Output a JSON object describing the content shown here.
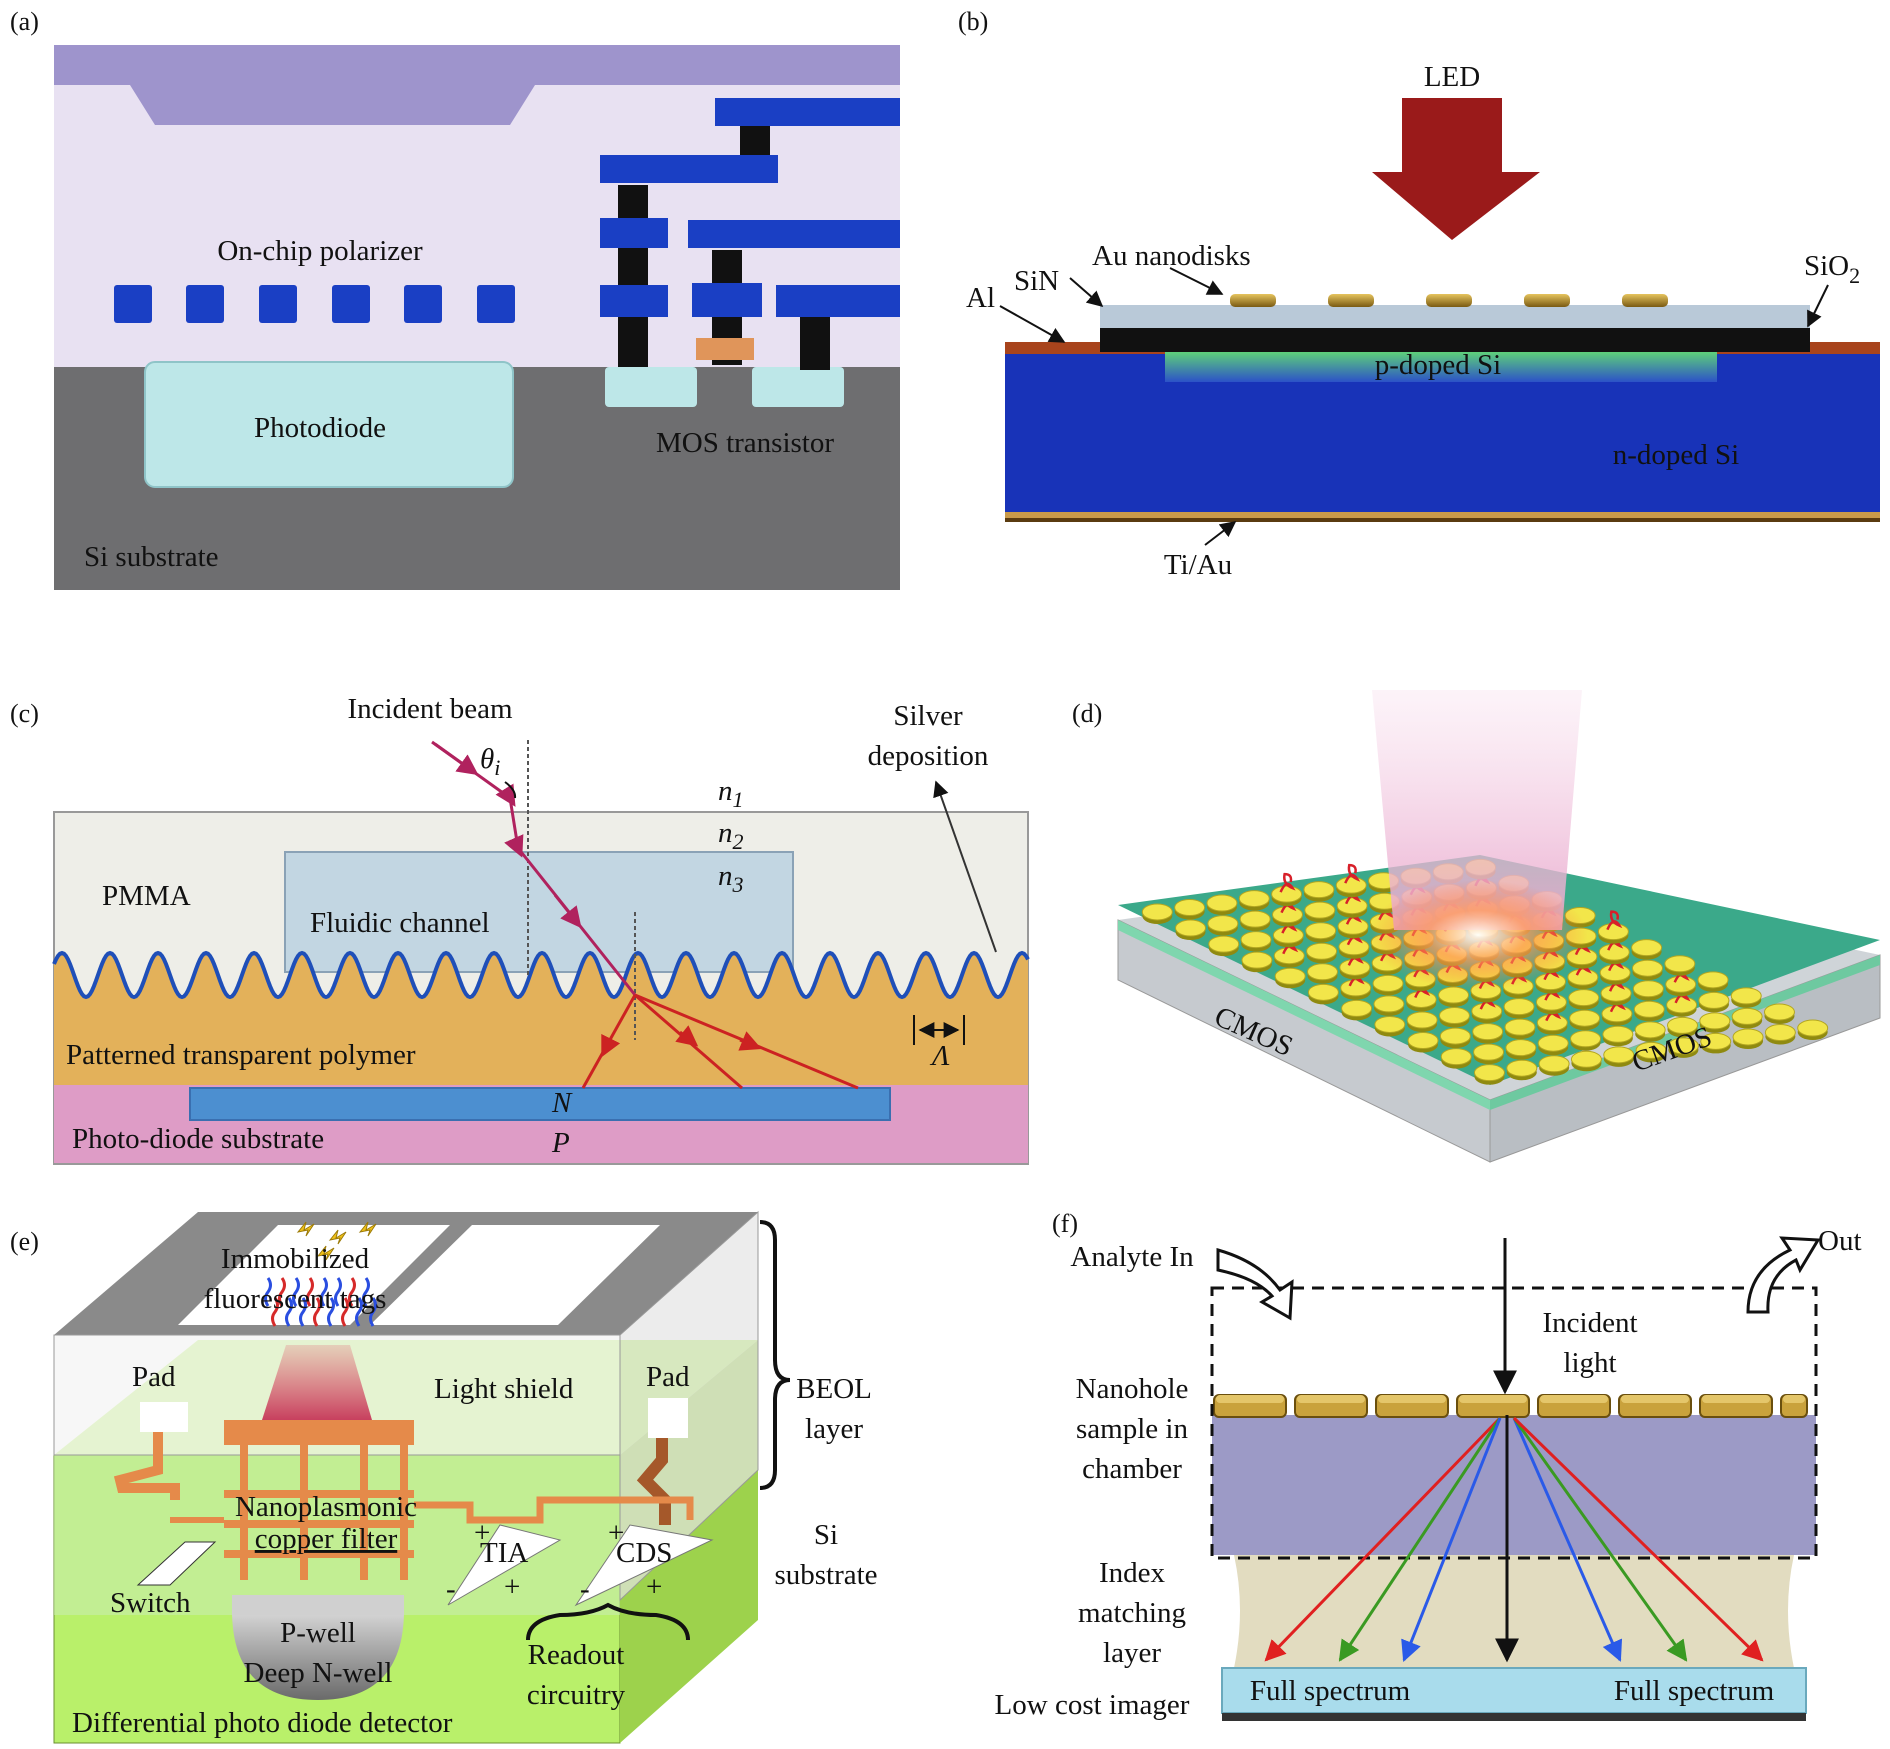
{
  "panels": {
    "a": {
      "tag": "(a)",
      "labels": {
        "polarizer": "On-chip polarizer",
        "photodiode": "Photodiode",
        "mos": "MOS transistor",
        "substrate": "Si substrate"
      }
    },
    "b": {
      "tag": "(b)",
      "labels": {
        "led": "LED",
        "au": "Au nanodisks",
        "sin": "SiN",
        "al": "Al",
        "sio2": "SiO",
        "sio2_sub": "2",
        "pdoped": "p-doped Si",
        "ndoped": "n-doped Si",
        "tiau": "Ti/Au"
      }
    },
    "c": {
      "tag": "(c)",
      "labels": {
        "incident": "Incident beam",
        "theta": "θ",
        "theta_sub": "i",
        "silver1": "Silver",
        "silver2": "deposition",
        "n": "n",
        "n1": "1",
        "n2": "2",
        "n3": "3",
        "pmma": "PMMA",
        "channel": "Fluidic channel",
        "polymer": "Patterned transparent polymer",
        "substrate": "Photo-diode substrate",
        "N": "N",
        "P": "P",
        "lambda": "Λ"
      }
    },
    "d": {
      "tag": "(d)",
      "labels": {
        "cmos_left": "CMOS",
        "cmos_right": "CMOS"
      }
    },
    "e": {
      "tag": "(e)",
      "labels": {
        "tags1": "Immobilized",
        "tags2": "fluorescent tags",
        "pad_left": "Pad",
        "pad_right": "Pad",
        "shield": "Light shield",
        "beol1": "BEOL",
        "beol2": "layer",
        "filter1": "Nanoplasmonic",
        "filter2": "copper filter",
        "tia": "TIA",
        "cds": "CDS",
        "si1": "Si",
        "si2": "substrate",
        "switch": "Switch",
        "pwell": "P-well",
        "nwell": "Deep N-well",
        "readout1": "Readout",
        "readout2": "circuitry",
        "detector": "Differential photo diode detector",
        "plus": "+",
        "minus": "-"
      }
    },
    "f": {
      "tag": "(f)",
      "labels": {
        "analyte": "Analyte In",
        "out": "Out",
        "incident1": "Incident",
        "incident2": "light",
        "nano1": "Nanohole",
        "nano2": "sample in",
        "nano3": "chamber",
        "index1": "Index",
        "index2": "matching",
        "index3": "layer",
        "imager": "Low cost imager",
        "spec_left": "Full spectrum",
        "spec_right": "Full spectrum"
      }
    }
  },
  "colors": {
    "a_oxide": "#e8e1f2",
    "a_top": "#9e94cc",
    "a_metal": "#1a3fc4",
    "a_substrate": "#6e6e70",
    "a_diode": "#bde7e8",
    "b_substrate": "#1833b8",
    "b_metal": "#a8441c",
    "c_pmma": "#eeeee8",
    "c_channel": "#c2d6e2",
    "c_polymer": "#e3b15a",
    "c_substrate": "#de9cc6",
    "c_diode": "#4c8fd0",
    "beam": "#b0225e",
    "e_si": "#b9f06a",
    "e_copper": "#e58a4a",
    "f_chamber": "#9c9ac6",
    "f_index": "#e2dcc0",
    "f_imager": "#a9dcec"
  }
}
